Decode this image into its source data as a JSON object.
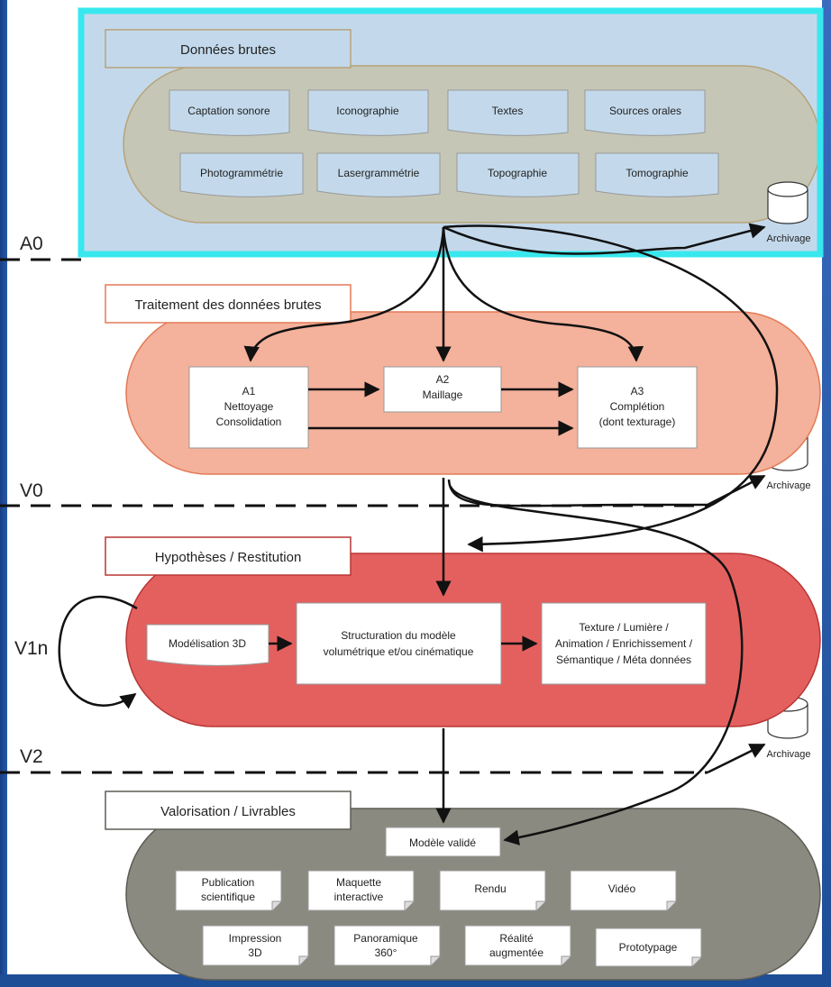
{
  "levels": {
    "a0": "A0",
    "v0": "V0",
    "v1n": "V1n",
    "v2": "V2"
  },
  "raw": {
    "title": "Données brutes",
    "items": [
      "Captation sonore",
      "Iconographie",
      "Textes",
      "Sources orales",
      "Photogrammétrie",
      "Lasergrammétrie",
      "Topographie",
      "Tomographie"
    ]
  },
  "processing": {
    "title": "Traitement des données brutes",
    "a1": [
      "A1",
      "Nettoyage",
      "Consolidation"
    ],
    "a2": [
      "A2",
      "Maillage"
    ],
    "a3": [
      "A3",
      "Complétion",
      "(dont texturage)"
    ]
  },
  "hypotheses": {
    "title": "Hypothèses / Restitution",
    "modelling": "Modélisation 3D",
    "structuring": [
      "Structuration du modèle",
      "volumétrique et/ou cinématique"
    ],
    "texture": [
      "Texture / Lumière /",
      "Animation / Enrichissement /",
      "Sémantique / Méta données"
    ]
  },
  "valorisation": {
    "title": "Valorisation / Livrables",
    "validated": "Modèle validé",
    "deliverables": [
      [
        "Publication",
        "scientifique"
      ],
      [
        "Maquette",
        "interactive"
      ],
      [
        "Rendu"
      ],
      [
        "Vidéo"
      ],
      [
        "Impression",
        "3D"
      ],
      [
        "Panoramique",
        "360°"
      ],
      [
        "Réalité",
        "augmentée"
      ],
      [
        "Prototypage"
      ]
    ]
  },
  "archive_label": "Archivage",
  "colors": {
    "raw_fill": "#c5c6b6",
    "raw_stroke": "#b8a27a",
    "highlight": "#37e8ee",
    "processing_fill": "#f4b19b",
    "processing_stroke": "#e27a56",
    "hypo_fill": "#e4605f",
    "hypo_stroke": "#b83634",
    "valo_fill": "#8b8a80",
    "valo_stroke": "#5d5c55"
  }
}
